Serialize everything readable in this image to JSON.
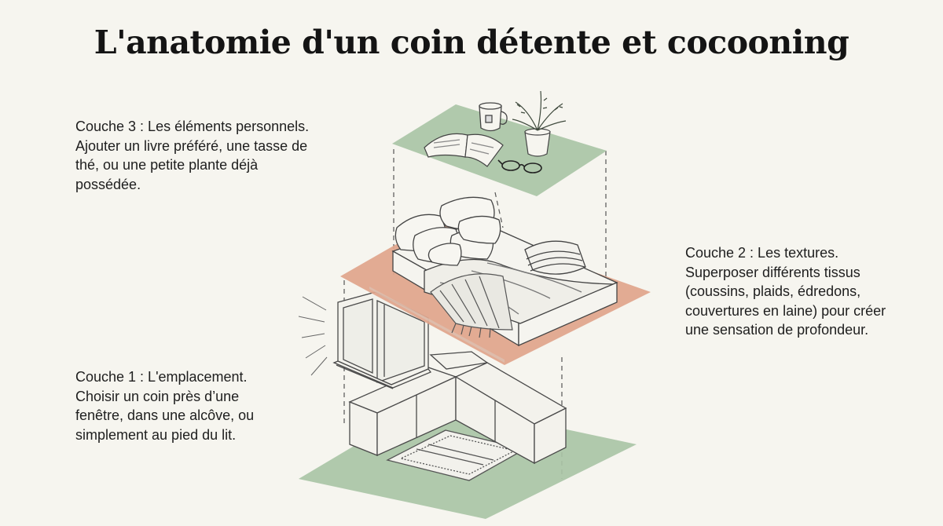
{
  "title": "L'anatomie d'un coin détente et cocooning",
  "layers": [
    {
      "id": "layer-3",
      "lines": [
        "Couche 3 : Les éléments personnels.",
        "Ajouter un livre préféré, une tasse de",
        "thé, ou une petite plante déjà",
        "possédée."
      ],
      "color": "#a9c4a6"
    },
    {
      "id": "layer-2",
      "lines": [
        "Couche 2 : Les textures.",
        "Superposer différents tissus",
        "(coussins, plaids, édredons,",
        "couvertures en laine) pour créer",
        "une sensation de profondeur."
      ],
      "color": "#e0a58c"
    },
    {
      "id": "layer-1",
      "lines": [
        "Couche 1 : L'emplacement.",
        "Choisir un coin près d’une",
        "fenêtre, dans une alcôve, ou",
        "simplement au pied du lit."
      ],
      "color": "#a9c4a6"
    }
  ],
  "illustration": {
    "line_color": "#4a4a4a",
    "background": "#f6f5ef",
    "icons": [
      "book-icon",
      "tea-cup-icon",
      "plant-icon",
      "glasses-icon",
      "bed-icon",
      "pillow-icon",
      "folded-blanket-icon",
      "throw-blanket-icon",
      "window-icon",
      "bench-icon",
      "rug-icon"
    ]
  }
}
